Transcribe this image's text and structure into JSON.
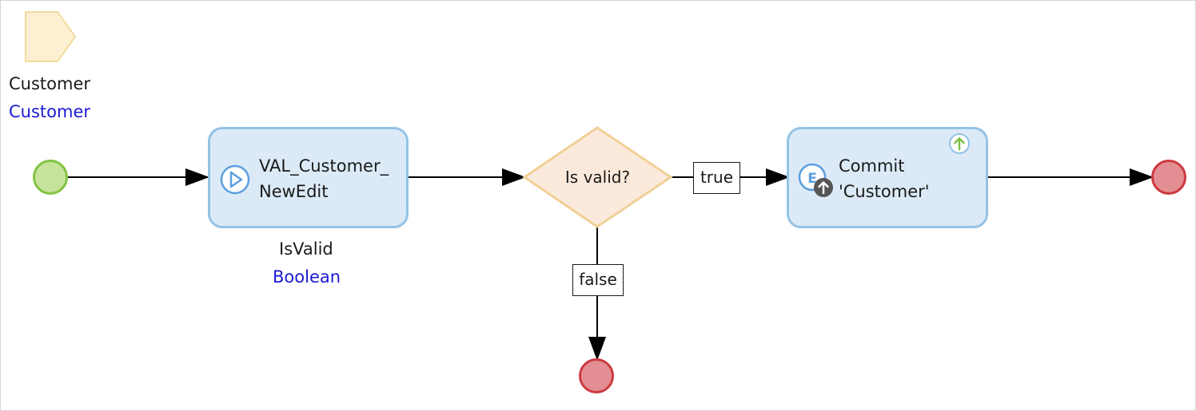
{
  "parameter": {
    "name": "Customer",
    "type": "Customer"
  },
  "action_call": {
    "line1": "VAL_Customer_",
    "line2": "NewEdit",
    "output_name": "IsValid",
    "output_type": "Boolean"
  },
  "decision": {
    "label": "Is valid?"
  },
  "edges": {
    "true_label": "true",
    "false_label": "false"
  },
  "commit": {
    "line1": "Commit",
    "line2": "'Customer'"
  },
  "colors": {
    "start_fill": "#c5e39a",
    "start_stroke": "#82c341",
    "end_fill": "#e38e92",
    "end_stroke": "#cc3a3f",
    "activity_fill": "#dceaf7",
    "activity_stroke": "#93c3e6",
    "decision_fill": "#fbeadb",
    "decision_stroke": "#f1cf97",
    "parameter_fill": "#fdf0d2",
    "parameter_stroke": "#f1dc9e",
    "type_text": "#1a1ad4"
  },
  "icons": [
    "parameter-icon",
    "start-event-icon",
    "microflow-call-icon",
    "commit-object-icon",
    "commit-upload-icon",
    "end-event-icon"
  ]
}
